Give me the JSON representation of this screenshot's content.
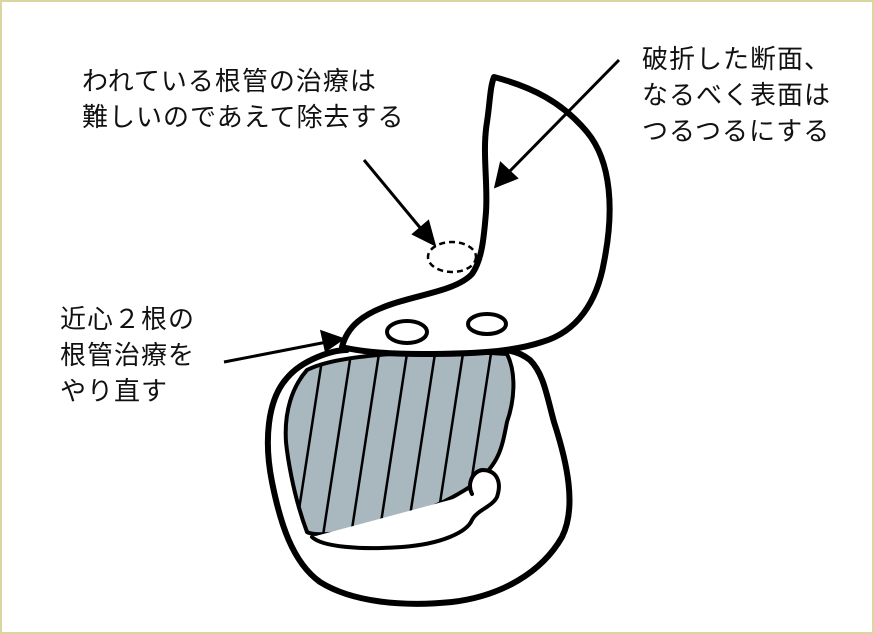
{
  "labels": {
    "cracked_canal": [
      "われている根管の治療は",
      "難しいのであえて除去する"
    ],
    "fracture_surface": [
      "破折した断面、",
      "なるべく表面は",
      "つるつるにする"
    ],
    "mesial_roots": [
      "近心２根の",
      "根管治療を",
      "やり直す"
    ]
  },
  "colors": {
    "outline": "#000000",
    "hatched_fill": "#a9b8bf",
    "frame_border": "#d9d6a4",
    "background": "#ffffff"
  }
}
